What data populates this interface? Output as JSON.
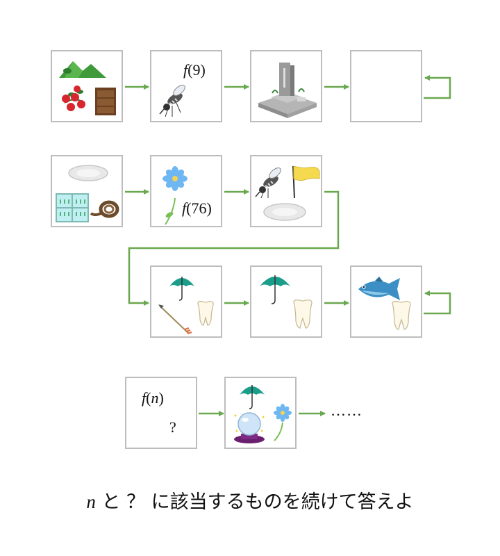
{
  "puzzle": {
    "boxes": [
      {
        "id": "r1b1",
        "icons": [
          "mountain-icon",
          "rose-icon",
          "drawer-chest-icon"
        ]
      },
      {
        "id": "r1b2",
        "label_func": "f",
        "label_arg": "9",
        "icons": [
          "mosquito-icon"
        ]
      },
      {
        "id": "r1b3",
        "icons": [
          "grave-icon"
        ]
      },
      {
        "id": "r1b4",
        "icons": []
      },
      {
        "id": "r2b1",
        "icons": [
          "plate-icon",
          "rice-field-icon",
          "rope-icon"
        ]
      },
      {
        "id": "r2b2",
        "label_func": "f",
        "label_arg": "76",
        "icons": [
          "flower-icon"
        ]
      },
      {
        "id": "r2b3",
        "icons": [
          "mosquito-icon",
          "flag-icon",
          "plate-icon"
        ]
      },
      {
        "id": "r3b1",
        "icons": [
          "umbrella-icon",
          "arrow-icon",
          "tooth-icon"
        ]
      },
      {
        "id": "r3b2",
        "icons": [
          "umbrella-icon",
          "tooth-icon"
        ]
      },
      {
        "id": "r3b3",
        "icons": [
          "fish-icon",
          "tooth-icon"
        ]
      },
      {
        "id": "r4b1",
        "label_func": "f",
        "label_arg": "n",
        "unknown": "?",
        "icons": []
      },
      {
        "id": "r4b2",
        "icons": [
          "umbrella-icon",
          "crystal-ball-icon",
          "flower-icon"
        ]
      }
    ],
    "continuation": "……",
    "question_var": "n",
    "question_text": " と ？ に該当するものを続けて答えよ"
  },
  "colors": {
    "arrow": "#6aa84f",
    "box_border": "#bdbdbd",
    "umbrella": "#1a9e8a",
    "flower": "#6fb7f2",
    "rose": "#d8262f",
    "flag": "#f5d94e"
  }
}
